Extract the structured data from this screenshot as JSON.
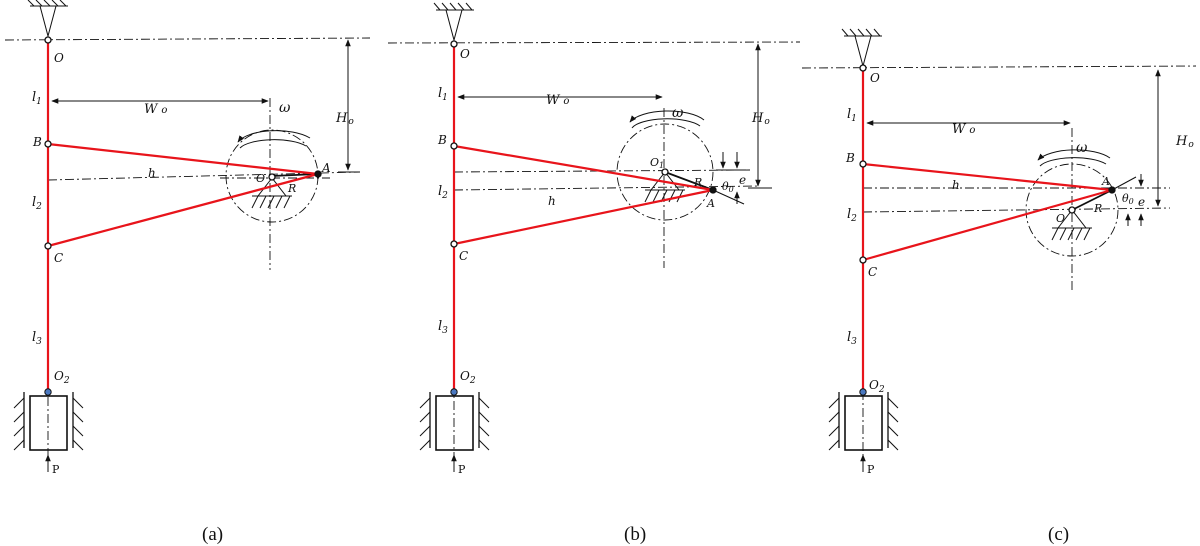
{
  "panels": [
    {
      "id": "a",
      "caption": "(a)",
      "labels": {
        "O": "O",
        "B": "B",
        "C": "C",
        "A": "A",
        "O1": "O",
        "O2": "O",
        "O2_sub": "2",
        "R": "R",
        "h": "h",
        "W": "W",
        "W_sub": "o",
        "H": "H",
        "H_sub": "o",
        "omega": "ω",
        "l1": "l",
        "l1_sub": "1",
        "l2": "l",
        "l2_sub": "2",
        "l3": "l",
        "l3_sub": "3",
        "P": "P"
      }
    },
    {
      "id": "b",
      "caption": "(b)",
      "labels": {
        "O": "O",
        "B": "B",
        "C": "C",
        "A": "A",
        "O1": "O",
        "O1_sub": "1",
        "O2": "O",
        "O2_sub": "2",
        "R": "R",
        "h": "h",
        "W": "W",
        "W_sub": "o",
        "H": "H",
        "H_sub": "o",
        "omega": "ω",
        "theta": "θ",
        "theta_sub": "0",
        "e": "e",
        "l1": "l",
        "l1_sub": "1",
        "l2": "l",
        "l2_sub": "2",
        "l3": "l",
        "l3_sub": "3",
        "P": "P"
      }
    },
    {
      "id": "c",
      "caption": "(c)",
      "labels": {
        "O": "O",
        "B": "B",
        "C": "C",
        "A": "A",
        "O1": "O",
        "O2": "O",
        "O2_sub": "2",
        "R": "R",
        "h": "h",
        "W": "W",
        "W_sub": "o",
        "H": "H",
        "H_sub": "o",
        "omega": "ω",
        "theta": "θ",
        "theta_sub": "0",
        "e": "e",
        "l1": "l",
        "l1_sub": "1",
        "l2": "l",
        "l2_sub": "2",
        "l3": "l",
        "l3_sub": "3",
        "P": "P"
      }
    }
  ],
  "colors": {
    "links": "#e8141b",
    "lines": "#111111",
    "slider_joint": "#4a78c0"
  }
}
